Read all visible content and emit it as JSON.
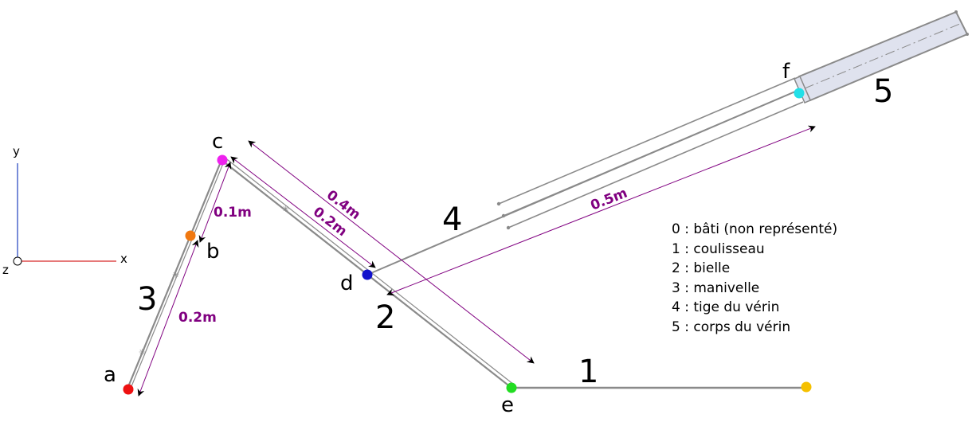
{
  "axes": {
    "x": "x",
    "y": "y",
    "z": "z"
  },
  "colors": {
    "link": "#8a8a8a",
    "dimension": "#800080",
    "axis_x": "#d62728",
    "axis_y": "#1f3fbf",
    "cylinder_fill": "#dfe2ee",
    "point_a": "#ee1111",
    "point_b": "#f07810",
    "point_c": "#ee22ee",
    "point_d": "#1111cc",
    "point_e": "#22dd22",
    "point_f": "#22e0e8",
    "point_end": "#f5c000"
  },
  "points": {
    "a": "a",
    "b": "b",
    "c": "c",
    "d": "d",
    "e": "e",
    "f": "f"
  },
  "parts": {
    "p1": "1",
    "p2": "2",
    "p3": "3",
    "p4": "4",
    "p5": "5"
  },
  "dimensions": {
    "ab": "0.2m",
    "bc": "0.1m",
    "cd": "0.2m",
    "ce": "0.4m",
    "df": "0.5m"
  },
  "legend": [
    "0 : bâti (non représenté)",
    "1 : coulisseau",
    "2 : bielle",
    "3 : manivelle",
    "4 : tige du vérin",
    "5 : corps du vérin"
  ]
}
